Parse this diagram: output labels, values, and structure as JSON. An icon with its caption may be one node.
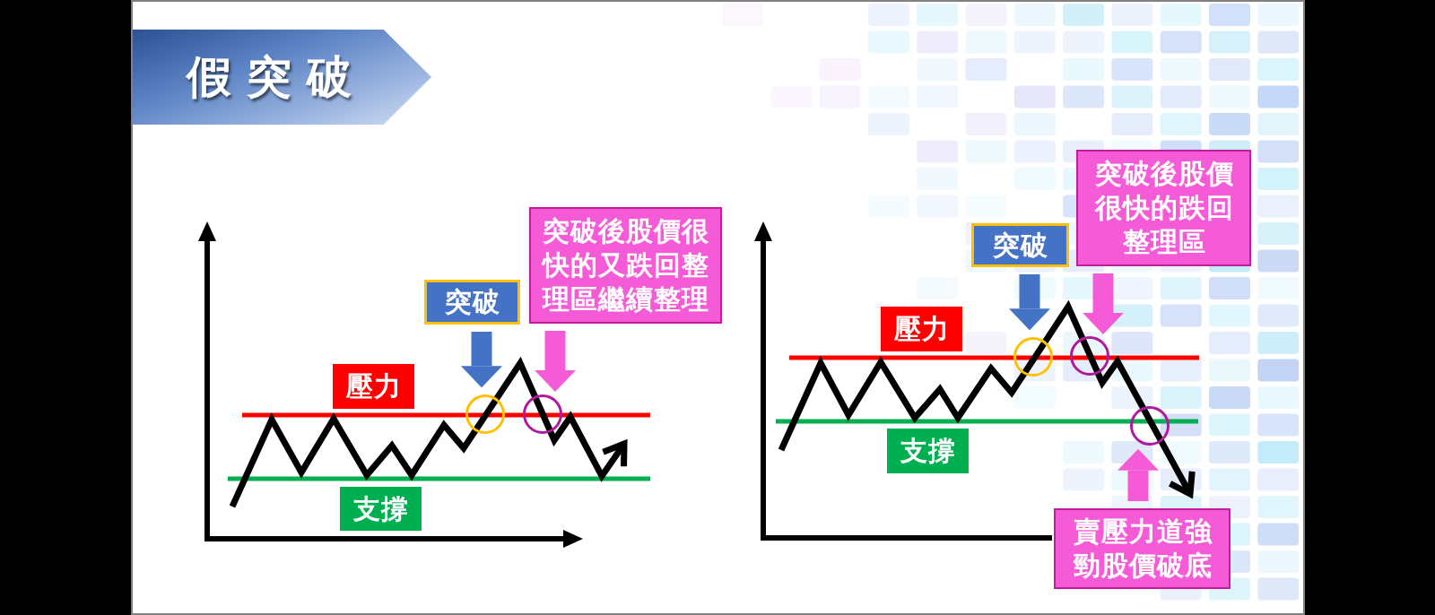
{
  "diagram": {
    "title": "假突破",
    "nodes": [
      {
        "text": [
          "突破後股價很快的又跌回整理區繼續整理"
        ]
      },
      {
        "text": [
          "突破"
        ]
      },
      {
        "text": [
          "壓力"
        ]
      },
      {
        "text": [],
        "shape": "circle"
      },
      {
        "text": [],
        "shape": "circle"
      },
      {
        "text": [
          "支撐"
        ]
      },
      {
        "text": [
          "突破後股價很快的跌回整理區"
        ]
      },
      {
        "text": [
          "突破"
        ]
      },
      {
        "text": [
          "壓力"
        ]
      },
      {
        "text": [],
        "shape": "circle"
      },
      {
        "text": [],
        "shape": "circle"
      },
      {
        "text": [],
        "shape": "circle"
      },
      {
        "text": [
          "支撐"
        ]
      },
      {
        "text": [
          "賣壓力道強勁股價破底"
        ]
      }
    ],
    "edges": [
      {
        "from": 1,
        "to": 3,
        "arrow": "to",
        "color": "#4472c4"
      },
      {
        "from": 0,
        "to": 4,
        "arrow": "to"
      },
      {
        "from": 7,
        "to": 9,
        "arrow": "to",
        "color": "#4472c4"
      },
      {
        "from": 6,
        "to": 10,
        "arrow": "to"
      },
      {
        "from": 13,
        "to": 11,
        "arrow": "to"
      }
    ]
  }
}
